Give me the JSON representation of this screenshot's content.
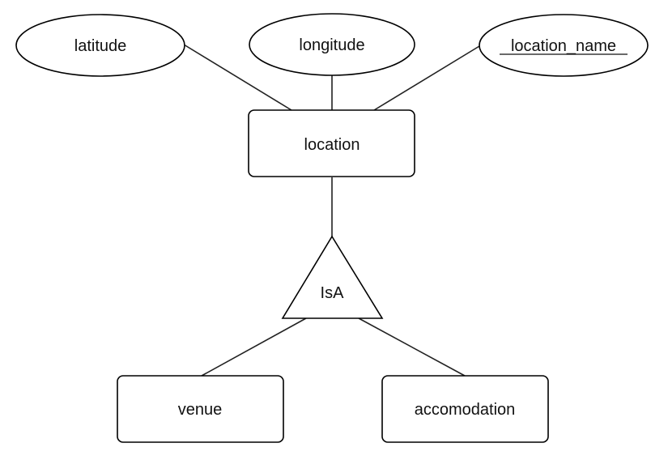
{
  "attributes": {
    "latitude": "latitude",
    "longitude": "longitude",
    "location_name": "location_name"
  },
  "entities": {
    "location": "location",
    "venue": "venue",
    "accomodation": "accomodation"
  },
  "isa": {
    "label": "IsA"
  }
}
